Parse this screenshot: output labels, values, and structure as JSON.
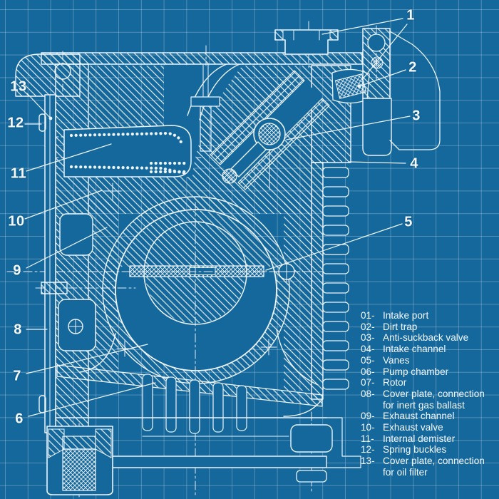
{
  "colors": {
    "background": "#15689c",
    "grid_line": "#5f95b7",
    "drawing_line": "#edf4f8",
    "text": "#f4f8fb"
  },
  "diagram": {
    "type": "blueprint-cutaway",
    "subject": "rotary vane vacuum pump cross-section"
  },
  "callouts": {
    "c1": "1",
    "c2": "2",
    "c3": "3",
    "c4": "4",
    "c5": "5",
    "c6": "6",
    "c7": "7",
    "c8": "8",
    "c9": "9",
    "c10": "10",
    "c11": "11",
    "c12": "12",
    "c13": "13"
  },
  "legend": {
    "items": [
      {
        "num": "01-",
        "label": "Intake port"
      },
      {
        "num": "02-",
        "label": "Dirt trap"
      },
      {
        "num": "03-",
        "label": "Anti-suckback valve"
      },
      {
        "num": "04-",
        "label": "Intake channel"
      },
      {
        "num": "05-",
        "label": "Vanes"
      },
      {
        "num": "06-",
        "label": "Pump chamber"
      },
      {
        "num": "07-",
        "label": "Rotor"
      },
      {
        "num": "08-",
        "label": "Cover plate, connection",
        "label2": "for inert gas ballast"
      },
      {
        "num": "09-",
        "label": "Exhaust channel"
      },
      {
        "num": "10-",
        "label": "Exhaust valve"
      },
      {
        "num": "11-",
        "label": "Internal demister"
      },
      {
        "num": "12-",
        "label": "Spring buckles"
      },
      {
        "num": "13-",
        "label": "Cover plate, connection",
        "label2": "for oil filter"
      }
    ]
  }
}
